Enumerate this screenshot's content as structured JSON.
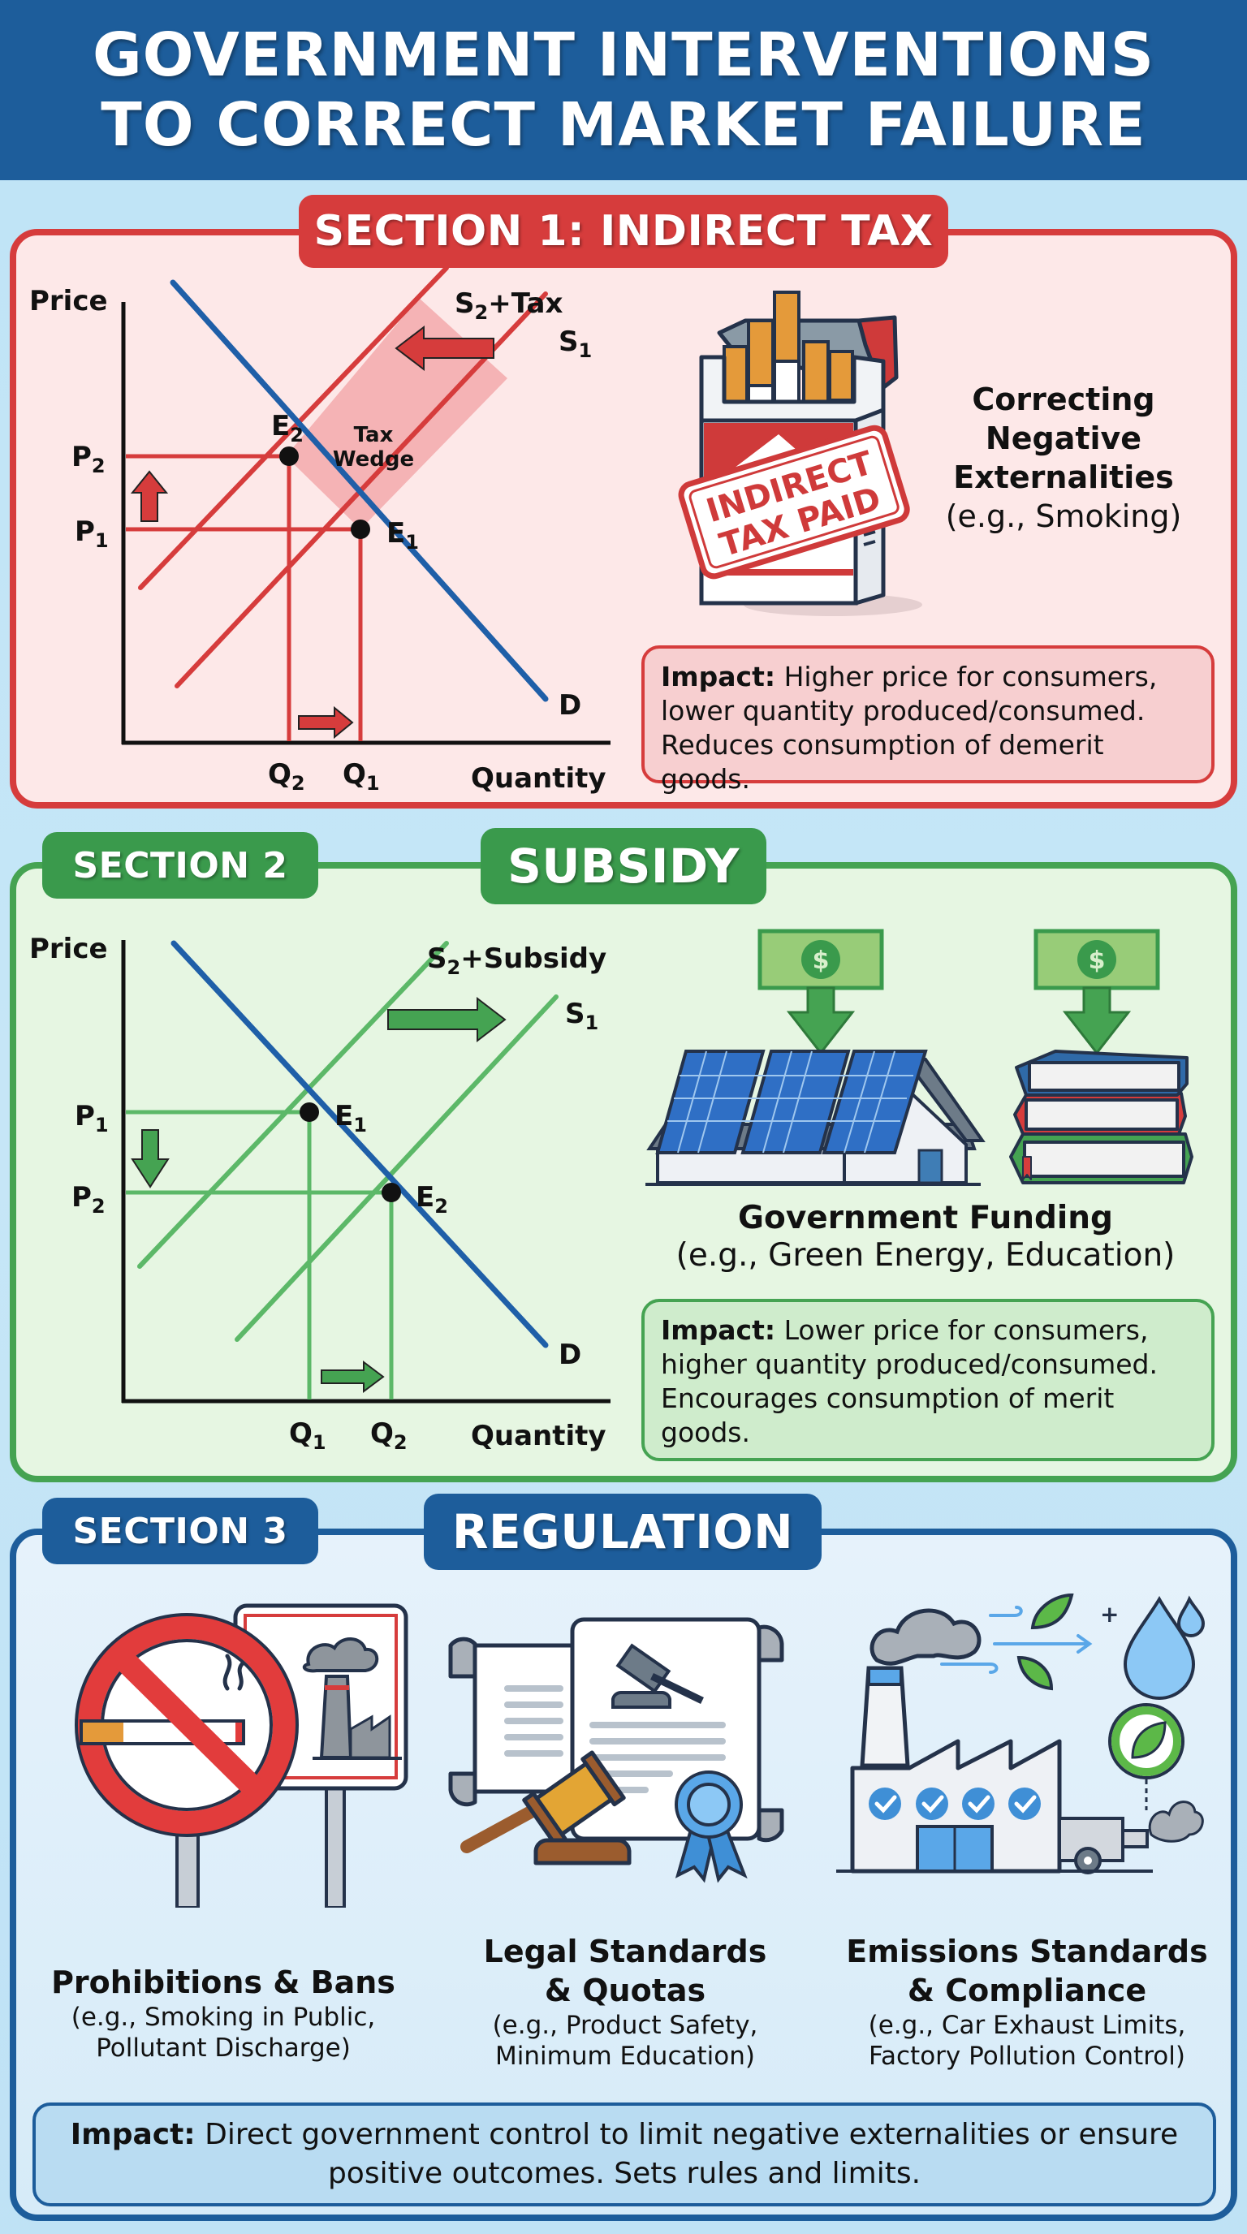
{
  "header": {
    "title_line1": "GOVERNMENT INTERVENTIONS",
    "title_line2": "TO CORRECT MARKET FAILURE",
    "color": "#1d5d9b"
  },
  "section1": {
    "badge": "SECTION 1: INDIRECT TAX",
    "color": "#d63c3c",
    "illustration": {
      "icon": "cigarette-pack-icon",
      "stamp_line1": "INDIRECT",
      "stamp_line2": "TAX PAID"
    },
    "caption": {
      "line1": "Correcting",
      "line2": "Negative",
      "line3": "Externalities",
      "line4": "(e.g., Smoking)"
    },
    "impact": {
      "label": "Impact:",
      "text": "Higher price for consumers, lower quantity produced/consumed. Reduces consumption of demerit goods."
    }
  },
  "section2": {
    "badge_number": "SECTION 2",
    "badge_title": "SUBSIDY",
    "color": "#3a9a4c",
    "illustration": {
      "icons": [
        "money-bill-icon",
        "solar-house-icon",
        "money-bill-icon",
        "books-icon"
      ],
      "currency_symbol": "$"
    },
    "caption": {
      "title": "Government Funding",
      "subtitle": "(e.g., Green Energy, Education)"
    },
    "impact": {
      "label": "Impact:",
      "text": "Lower price for consumers, higher quantity produced/consumed. Encourages consumption of merit goods."
    }
  },
  "section3": {
    "badge_number": "SECTION 3",
    "badge_title": "REGULATION",
    "color": "#1d5d9b",
    "items": [
      {
        "icon": "no-smoking-sign-icon",
        "title_line1": "Prohibitions & Bans",
        "title_line2": "",
        "sub_line1": "(e.g., Smoking in Public,",
        "sub_line2": "Pollutant Discharge)"
      },
      {
        "icon": "legal-document-gavel-icon",
        "title_line1": "Legal Standards",
        "title_line2": "& Quotas",
        "sub_line1": "(e.g., Product Safety,",
        "sub_line2": "Minimum Education)"
      },
      {
        "icon": "factory-compliance-icon",
        "title_line1": "Emissions Standards",
        "title_line2": "& Compliance",
        "sub_line1": "(e.g., Car Exhaust Limits,",
        "sub_line2": "Factory Pollution Control)"
      }
    ],
    "impact": {
      "label": "Impact:",
      "text": "Direct government control to limit negative externalities or ensure positive outcomes. Sets rules and limits."
    }
  },
  "chart_data": [
    {
      "type": "line",
      "title": "Indirect Tax: Supply & Demand",
      "xlabel": "Quantity",
      "ylabel": "Price",
      "grid": false,
      "series": [
        {
          "name": "D",
          "color": "#1f5fa8",
          "points": [
            [
              0.57,
              0.86
            ],
            [
              2.12,
              -0.64
            ]
          ]
        },
        {
          "name": "S1",
          "color": "#d63c3c",
          "points": [
            [
              0.22,
              -0.45
            ],
            [
              1.65,
              1.05
            ]
          ]
        },
        {
          "name": "S2+Tax",
          "color": "#d63c3c",
          "points": [
            [
              0.08,
              -0.12
            ],
            [
              1.3,
              1.2
            ]
          ]
        }
      ],
      "annotations": [
        {
          "label": "E1",
          "x": 1.0,
          "y": 0.0
        },
        {
          "label": "E2",
          "x": 0.7,
          "y": 0.35
        },
        {
          "label": "Tax Wedge",
          "shaded": true
        }
      ],
      "axis_ticks": {
        "y": [
          {
            "label": "P2",
            "value": 0.35
          },
          {
            "label": "P1",
            "value": 0.0
          }
        ],
        "x": [
          {
            "label": "Q2",
            "value": 0.7
          },
          {
            "label": "Q1",
            "value": 1.0
          }
        ]
      },
      "arrows": [
        "supply shifts left",
        "price rises P1 to P2",
        "quantity change Q2 to Q1"
      ]
    },
    {
      "type": "line",
      "title": "Subsidy: Supply & Demand",
      "xlabel": "Quantity",
      "ylabel": "Price",
      "grid": false,
      "series": [
        {
          "name": "D",
          "color": "#1f5fa8",
          "points": [
            [
              0.57,
              0.86
            ],
            [
              2.12,
              -0.64
            ]
          ]
        },
        {
          "name": "S1",
          "color": "#45a352",
          "points": [
            [
              0.22,
              -0.45
            ],
            [
              1.65,
              1.05
            ]
          ]
        },
        {
          "name": "S2+Subsidy",
          "color": "#45a352",
          "points": [
            [
              0.08,
              -0.12
            ],
            [
              1.3,
              1.2
            ]
          ]
        }
      ],
      "annotations": [
        {
          "label": "E1",
          "x": 0.7,
          "y": 0.35
        },
        {
          "label": "E2",
          "x": 1.0,
          "y": 0.0
        }
      ],
      "axis_ticks": {
        "y": [
          {
            "label": "P1",
            "value": 0.35
          },
          {
            "label": "P2",
            "value": 0.0
          }
        ],
        "x": [
          {
            "label": "Q1",
            "value": 0.7
          },
          {
            "label": "Q2",
            "value": 1.0
          }
        ]
      },
      "arrows": [
        "supply shifts right",
        "price falls P1 to P2",
        "quantity rises Q1 to Q2"
      ]
    }
  ],
  "charts": {
    "c1": {
      "price": "Price",
      "quantity": "Quantity",
      "s_top": "S",
      "s_top_sub": "2",
      "s_top_suffix": "+Tax",
      "s_bot": "S",
      "s_bot_sub": "1",
      "d": "D",
      "e_upper": "E",
      "e_upper_sub": "2",
      "e_lower": "E",
      "e_lower_sub": "1",
      "p_upper": "P",
      "p_upper_sub": "2",
      "p_lower": "P",
      "p_lower_sub": "1",
      "q_left": "Q",
      "q_left_sub": "2",
      "q_right": "Q",
      "q_right_sub": "1",
      "wedge1": "Tax",
      "wedge2": "Wedge"
    },
    "c2": {
      "price": "Price",
      "quantity": "Quantity",
      "s_top": "S",
      "s_top_sub": "2",
      "s_top_suffix": "+Subsidy",
      "s_bot": "S",
      "s_bot_sub": "1",
      "d": "D",
      "e_upper": "E",
      "e_upper_sub": "1",
      "e_lower": "E",
      "e_lower_sub": "2",
      "p_upper": "P",
      "p_upper_sub": "1",
      "p_lower": "P",
      "p_lower_sub": "2",
      "q_left": "Q",
      "q_left_sub": "1",
      "q_right": "Q",
      "q_right_sub": "2"
    }
  }
}
